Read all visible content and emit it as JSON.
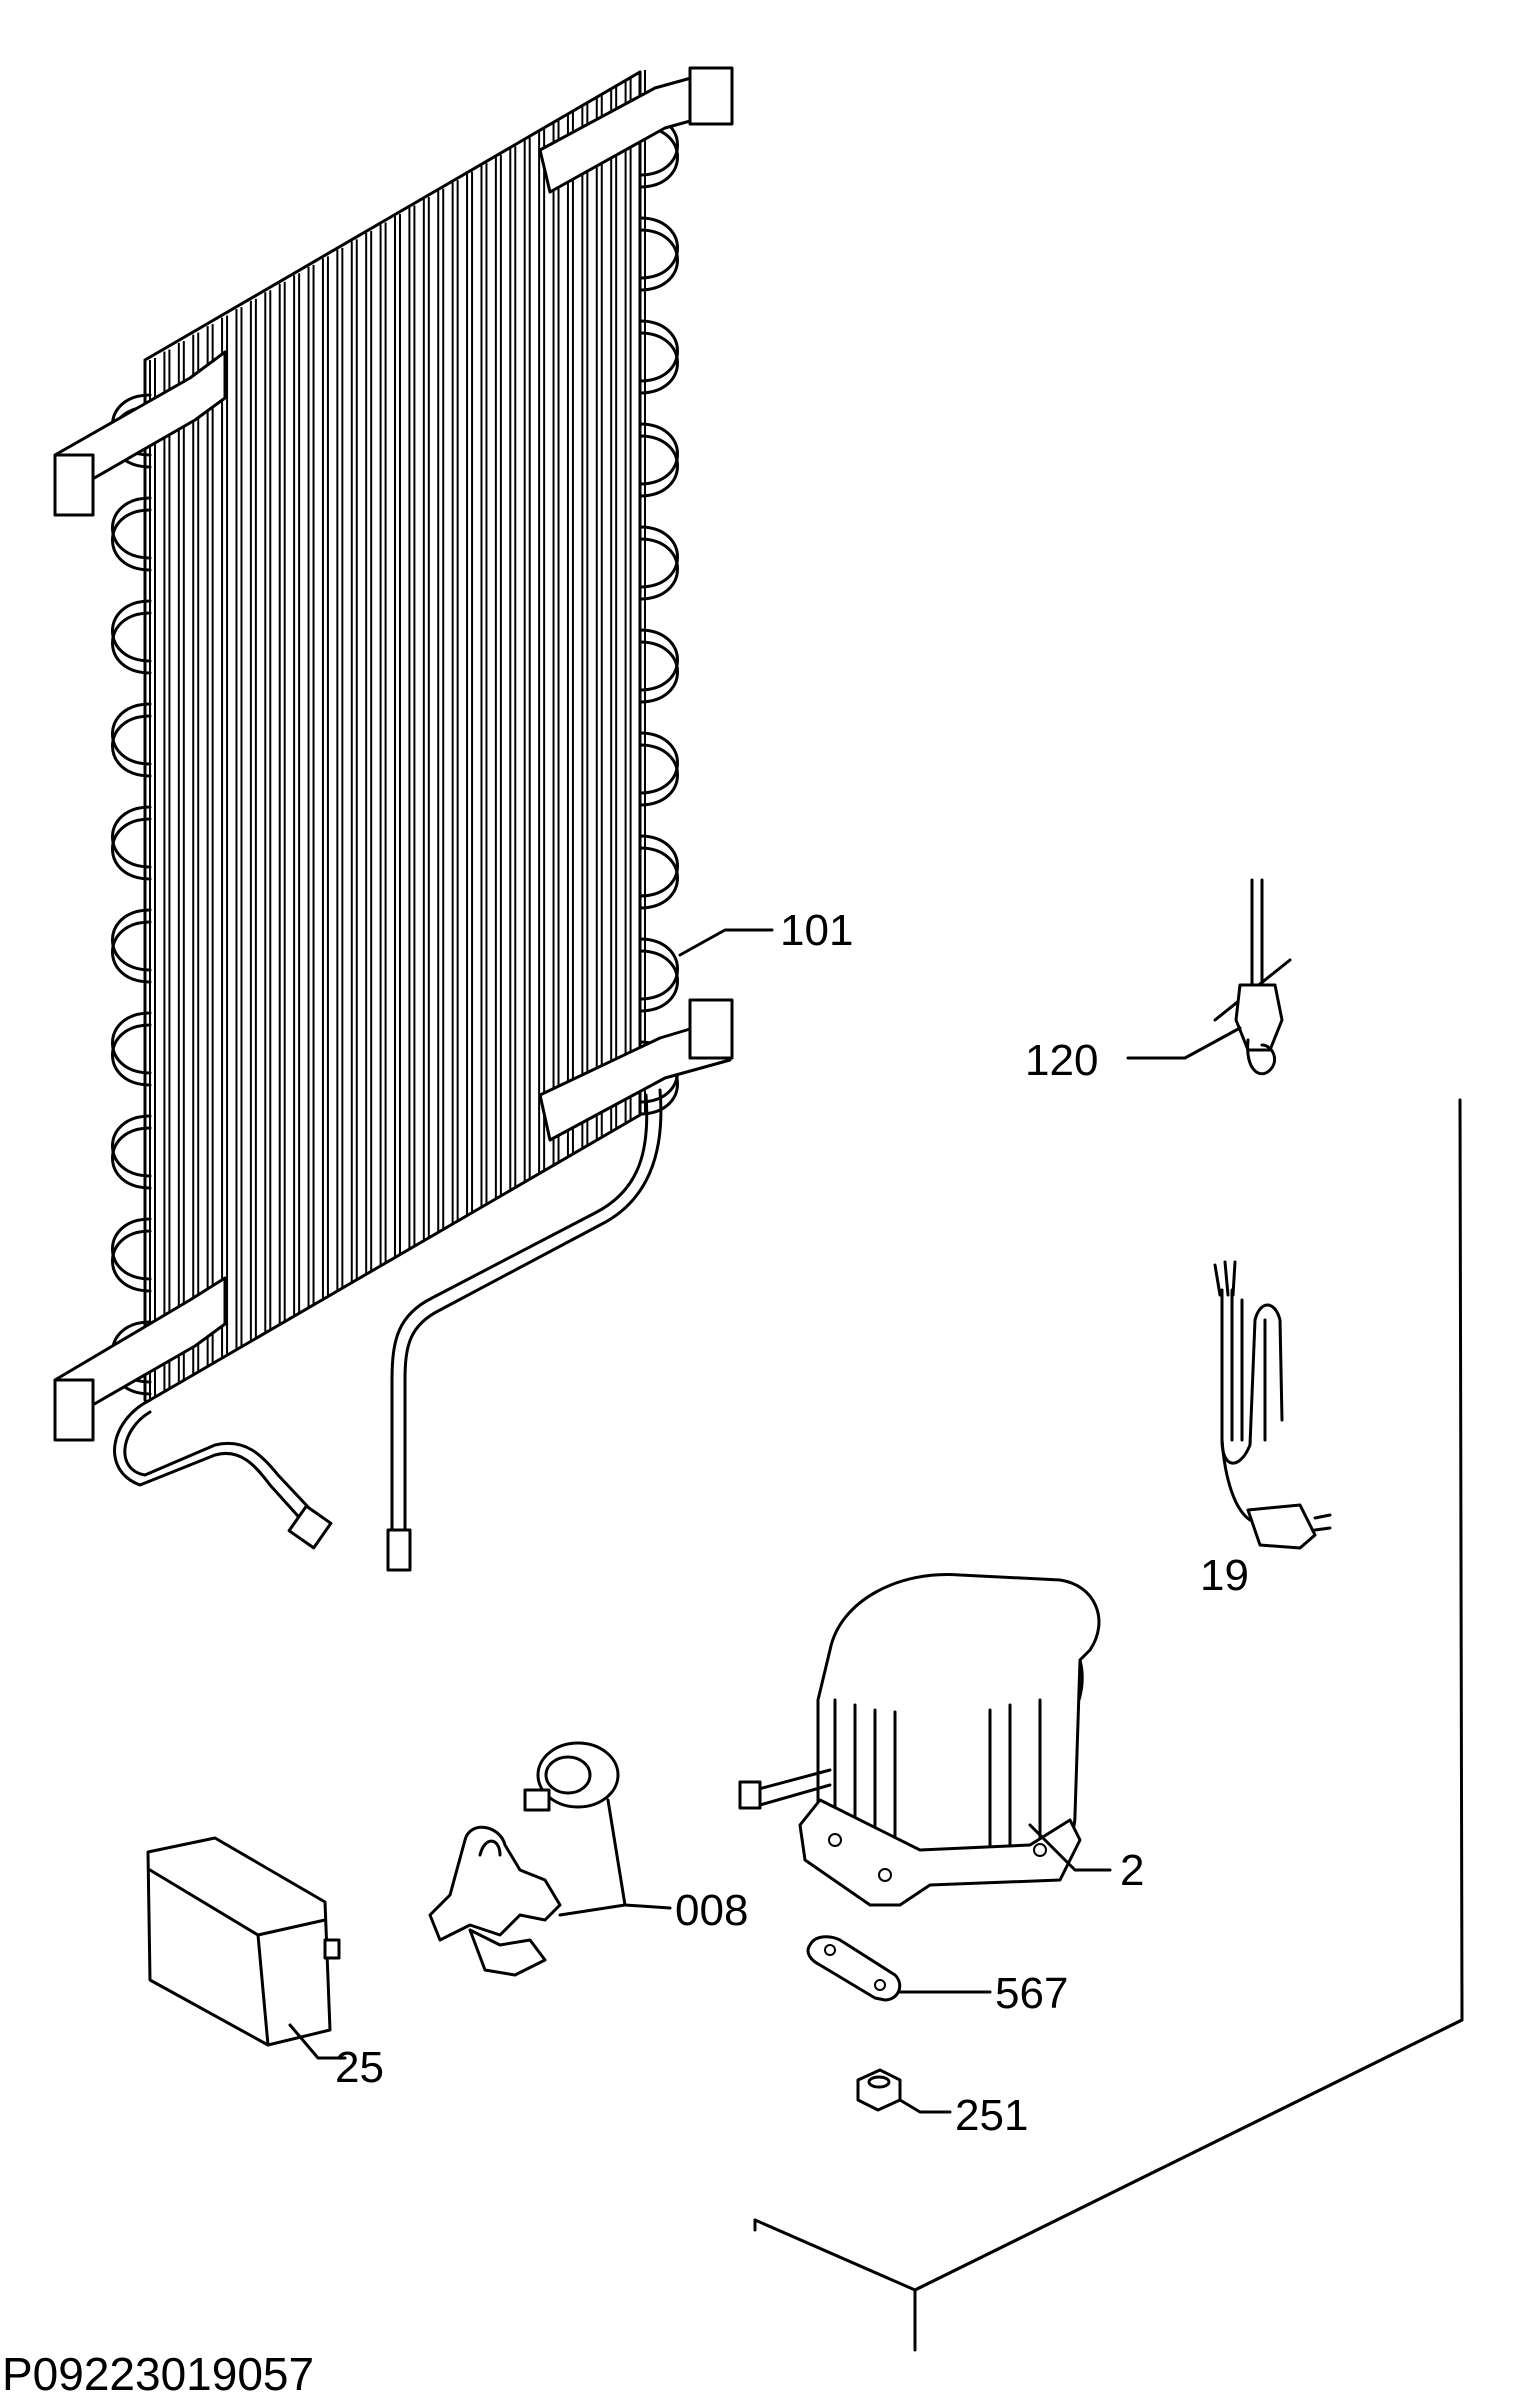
{
  "drawing_code": "P09223019057",
  "callouts": [
    {
      "id": "101",
      "label": "101"
    },
    {
      "id": "120",
      "label": "120"
    },
    {
      "id": "19",
      "label": "19"
    },
    {
      "id": "2",
      "label": "2"
    },
    {
      "id": "008",
      "label": "008"
    },
    {
      "id": "567",
      "label": "567"
    },
    {
      "id": "25",
      "label": "25"
    },
    {
      "id": "251",
      "label": "251"
    }
  ]
}
